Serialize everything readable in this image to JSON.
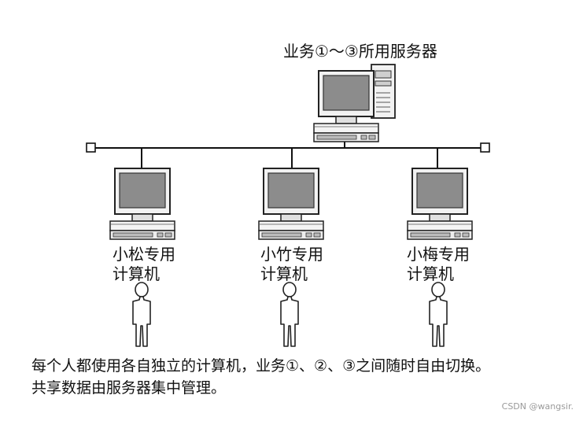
{
  "server": {
    "label": "业务①～③所用服务器"
  },
  "clients": [
    {
      "line1": "小松专用",
      "line2": "计算机"
    },
    {
      "line1": "小竹专用",
      "line2": "计算机"
    },
    {
      "line1": "小梅专用",
      "line2": "计算机"
    }
  ],
  "caption": {
    "line1": "每个人都使用各自独立的计算机，业务①、②、③之间随时自由切换。",
    "line2": "共享数据由服务器集中管理。"
  },
  "watermark": "CSDN @wangsir."
}
